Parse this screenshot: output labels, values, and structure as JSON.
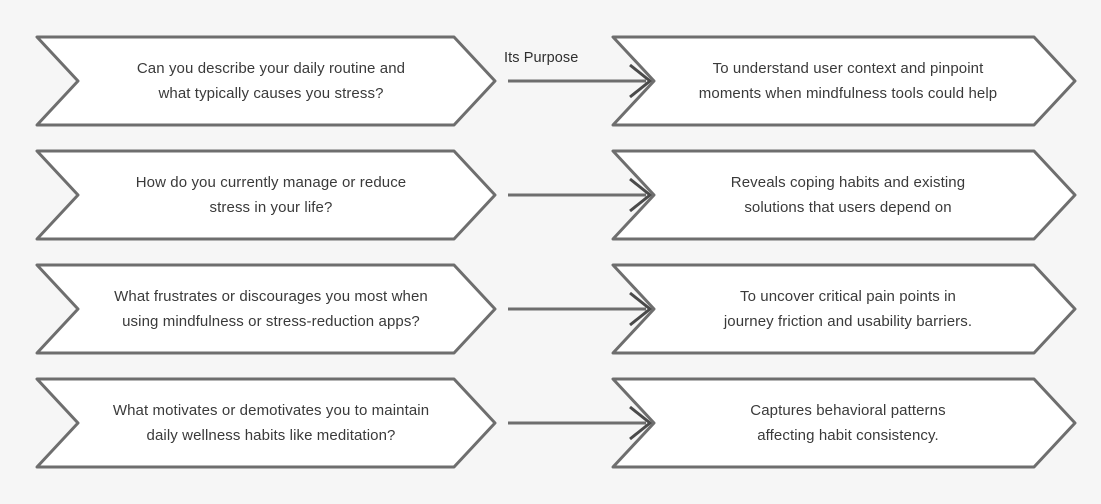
{
  "diagram": {
    "type": "chevron-flow",
    "background_color": "#f6f6f6",
    "shape_fill": "#ffffff",
    "shape_border_color": "#6e6e6e",
    "text_color": "#3a3a3a",
    "connector_color": "#6e6e6e",
    "connector_label": "Its Purpose",
    "rows": [
      {
        "question": "Can you describe your daily routine and\nwhat typically causes you stress?",
        "purpose": "To understand user context and pinpoint\nmoments when mindfulness tools could help"
      },
      {
        "question": "How do you currently manage or reduce\nstress in your life?",
        "purpose": "Reveals coping habits and existing\nsolutions that users depend on"
      },
      {
        "question": "What frustrates or discourages you most when\nusing mindfulness or stress-reduction apps?",
        "purpose": "To uncover critical pain points in\njourney friction and usability barriers."
      },
      {
        "question": "What motivates or demotivates you to maintain\ndaily wellness habits like meditation?",
        "purpose": "Captures behavioral patterns\naffecting habit consistency."
      }
    ]
  }
}
